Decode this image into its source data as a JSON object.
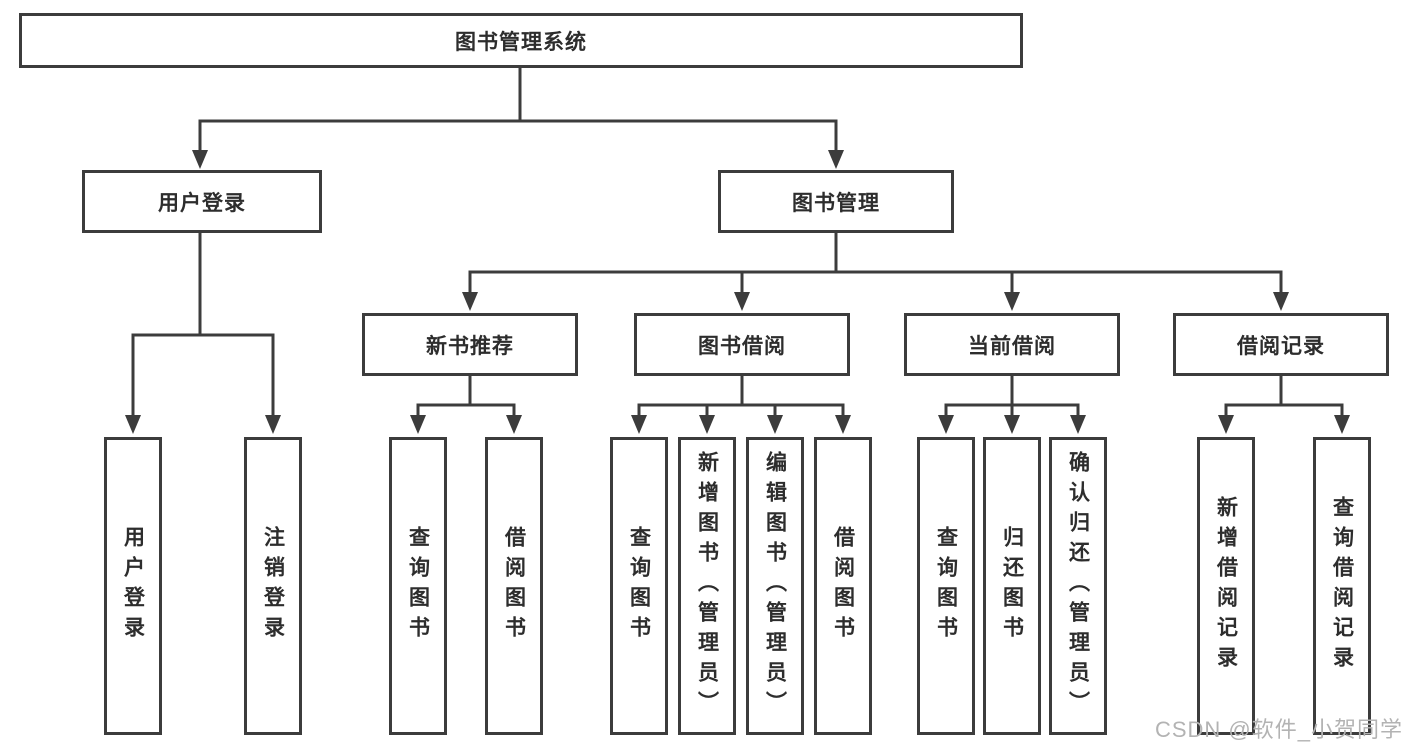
{
  "diagram": {
    "root": "图书管理系统",
    "branches": {
      "user_login": {
        "label": "用户登录",
        "children": [
          "用户登录",
          "注销登录"
        ]
      },
      "book_management": {
        "label": "图书管理",
        "sections": {
          "new_book_recommend": {
            "label": "新书推荐",
            "children": [
              "查询图书",
              "借阅图书"
            ]
          },
          "book_borrowing": {
            "label": "图书借阅",
            "children": [
              "查询图书",
              "新增图书（管理员）",
              "编辑图书（管理员）",
              "借阅图书"
            ]
          },
          "current_borrowing": {
            "label": "当前借阅",
            "children": [
              "查询图书",
              "归还图书",
              "确认归还（管理员）"
            ]
          },
          "borrowing_records": {
            "label": "借阅记录",
            "children": [
              "新增借阅记录",
              "查询借阅记录"
            ]
          }
        }
      }
    }
  },
  "watermark": "CSDN @软件_小贺同学",
  "colors": {
    "line": "#3c3c3c",
    "border": "#3c3c3c",
    "text": "#2d2d2d",
    "watermark": "#b3b3b3",
    "background": "#ffffff"
  }
}
